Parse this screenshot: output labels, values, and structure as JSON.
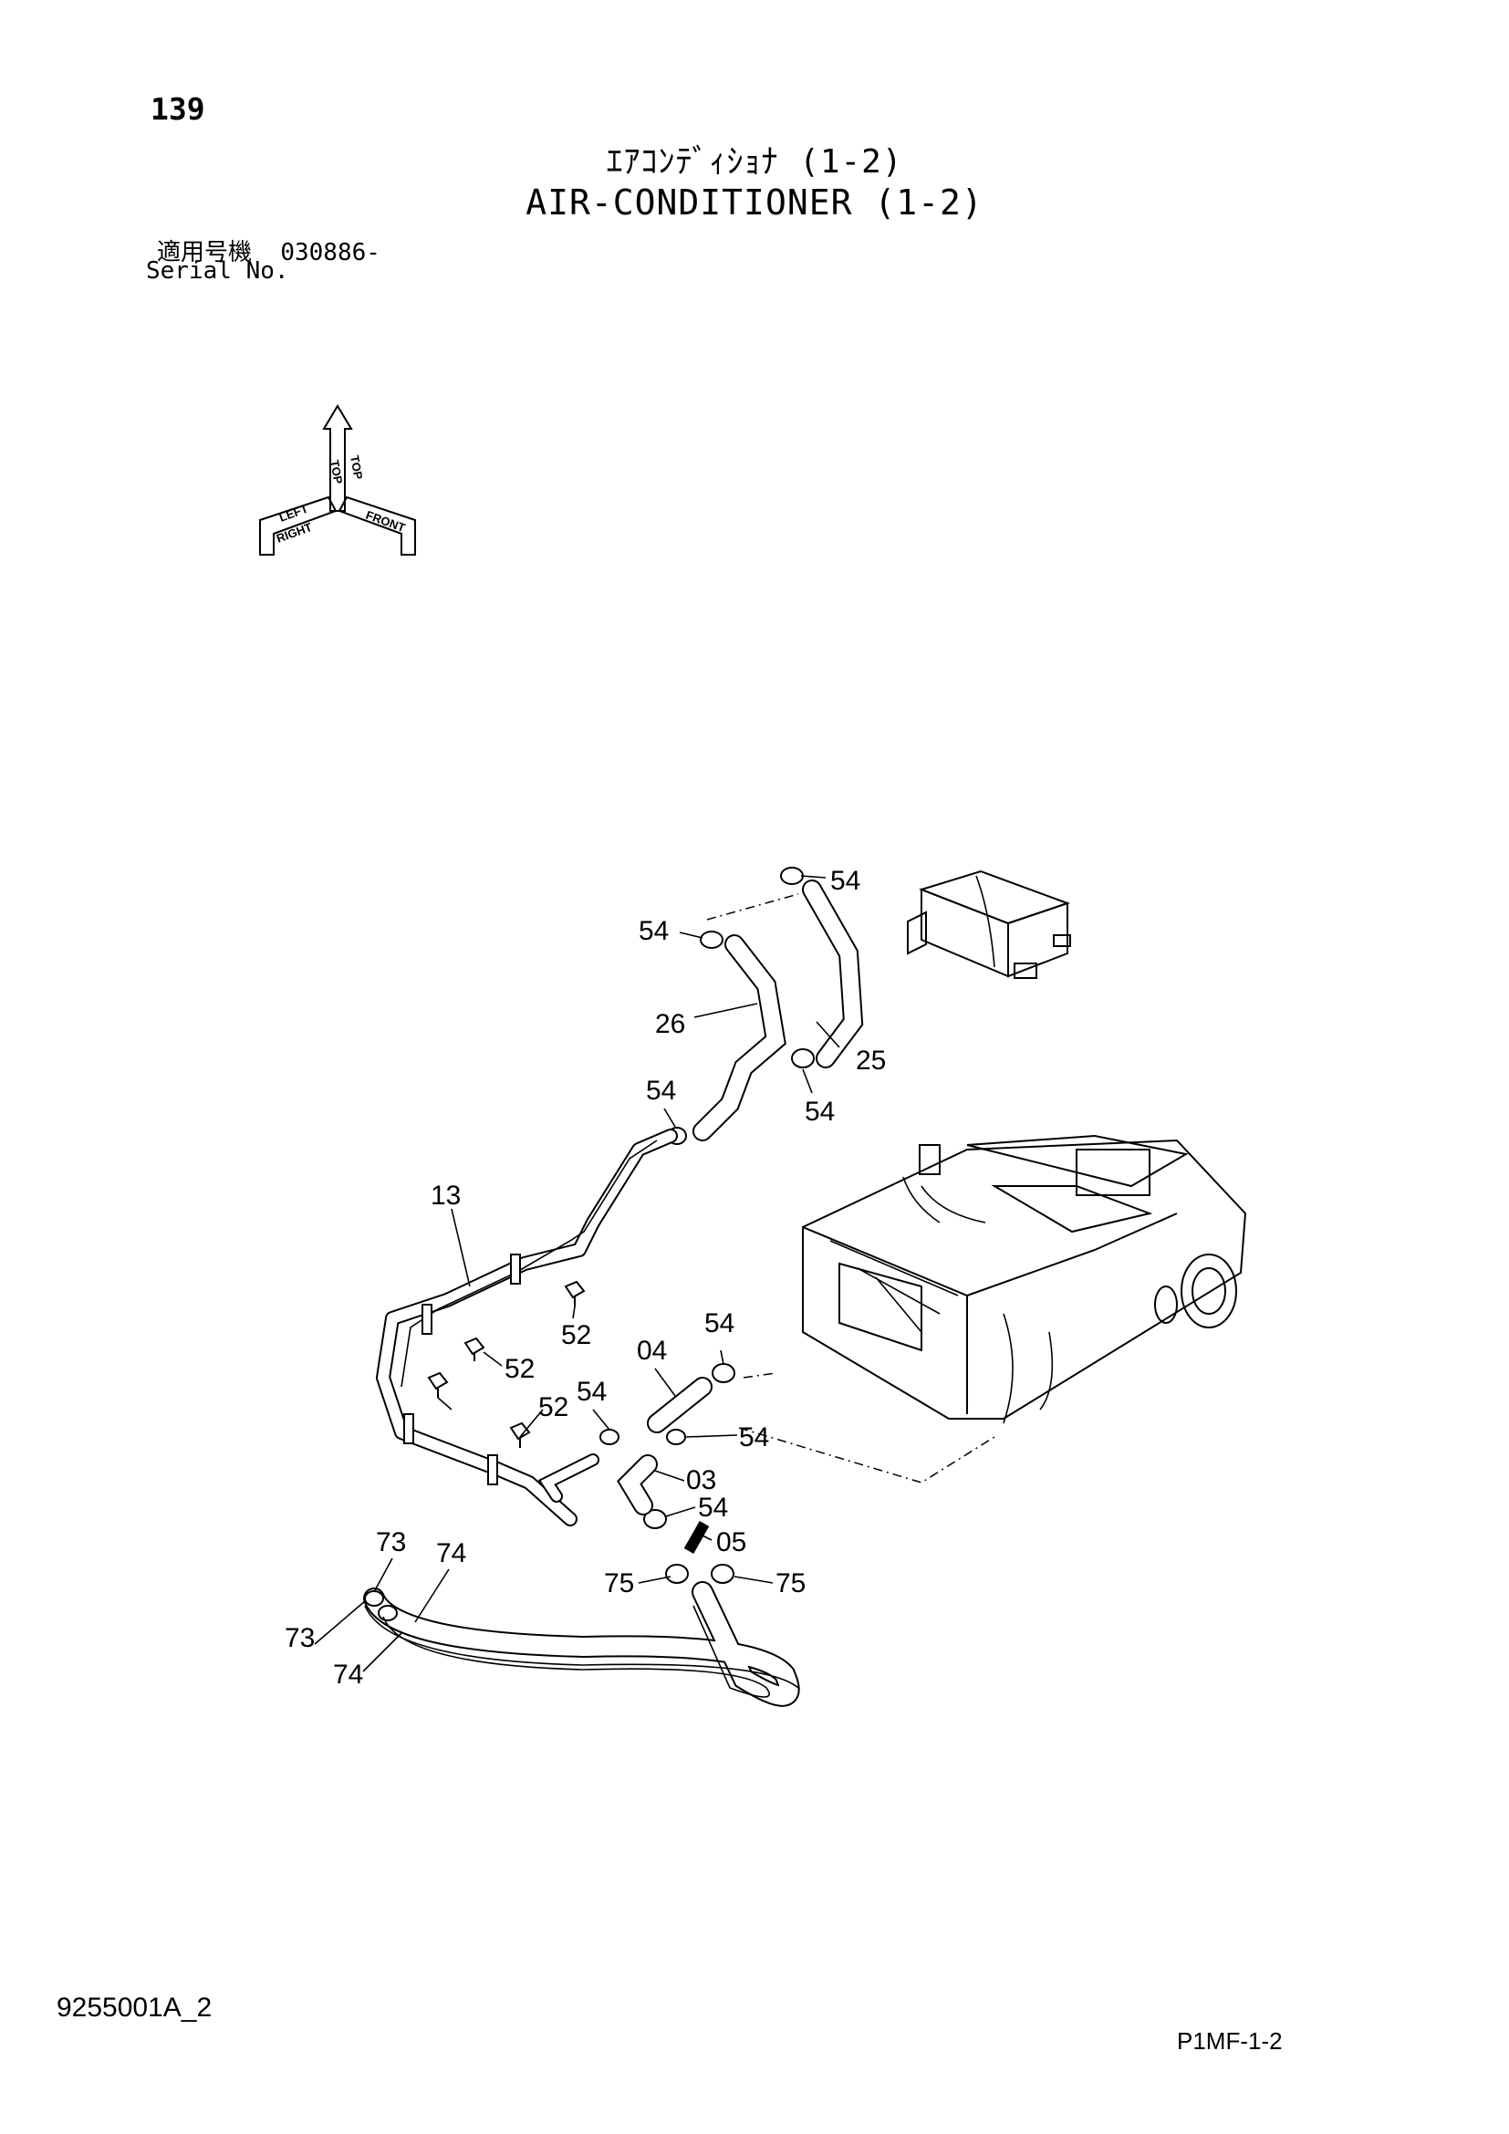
{
  "header": {
    "page_number": "139",
    "title_jp": "ｴｱｺﾝﾃﾞｨｼｮﾅ (1-2)",
    "title_en": "AIR-CONDITIONER (1-2)",
    "serial_label_jp": "適用号機",
    "serial_value": "030886-",
    "serial_label_en": "Serial No."
  },
  "orientation_icon": {
    "labels": [
      "TOP",
      "LEFT",
      "FRONT",
      "RIGHT",
      "TOP"
    ]
  },
  "callouts": {
    "c54a": "54",
    "c54b": "54",
    "c25": "25",
    "c26": "26",
    "c54c": "54",
    "c54d": "54",
    "c13": "13",
    "c52a": "52",
    "c52b": "52",
    "c52c": "52",
    "c04": "04",
    "c54e": "54",
    "c54f": "54",
    "c54g": "54",
    "c03": "03",
    "c54h": "54",
    "c05": "05",
    "c73a": "73",
    "c74a": "74",
    "c73b": "73",
    "c74b": "74",
    "c75a": "75",
    "c75b": "75"
  },
  "footer": {
    "doc_code": "9255001A_2",
    "page_ref": "P1MF-1-2"
  }
}
